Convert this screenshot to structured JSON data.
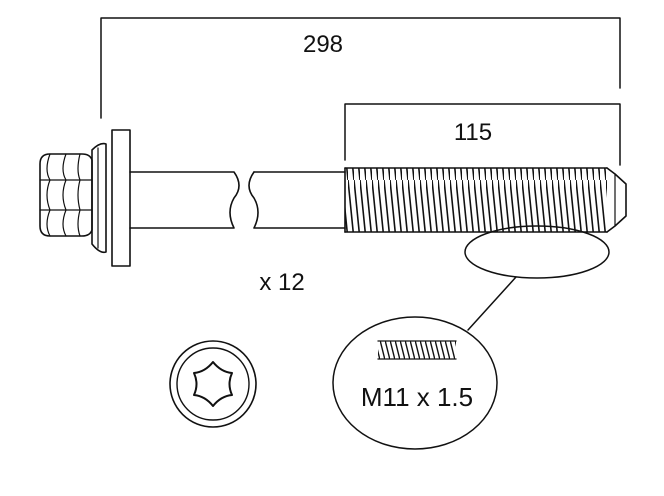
{
  "dimensions": {
    "total_length": "298",
    "thread_length": "115"
  },
  "quantity": "x 12",
  "thread_spec": "M11 x 1.5",
  "colors": {
    "line": "#111111",
    "background": "#ffffff"
  },
  "icons": {
    "head": "torx-drive-icon"
  }
}
